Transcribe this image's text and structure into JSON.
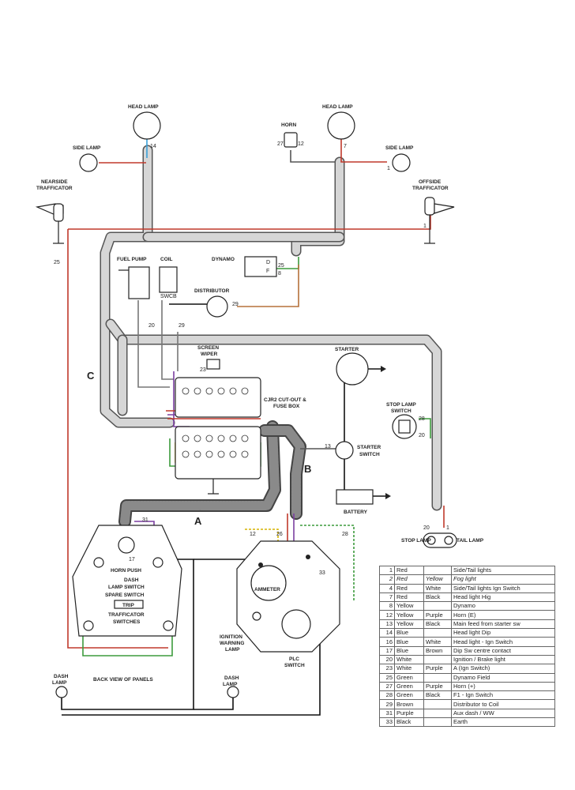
{
  "labels": {
    "head_lamp_left": "HEAD LAMP",
    "head_lamp_right": "HEAD LAMP",
    "horn": "HORN",
    "side_lamp_left": "SIDE LAMP",
    "side_lamp_right": "SIDE LAMP",
    "nearside_traf_1": "NEARSIDE",
    "nearside_traf_2": "TRAFFICATOR",
    "offside_traf_1": "OFFSIDE",
    "offside_traf_2": "TRAFFICATOR",
    "fuel_pump": "FUEL PUMP",
    "coil": "COIL",
    "dynamo": "DYNAMO",
    "distributor": "DISTRIBUTOR",
    "screen_wiper_1": "SCREEN",
    "screen_wiper_2": "WIPER",
    "starter": "STARTER",
    "cutout_1": "CJR2 CUT-OUT &",
    "cutout_2": "FUSE BOX",
    "stop_lamp_switch_1": "STOP LAMP",
    "stop_lamp_switch_2": "SWITCH",
    "starter_switch_1": "STARTER",
    "starter_switch_2": "SWITCH",
    "battery": "BATTERY",
    "stop_lamp": "STOP LAMP",
    "tail_lamp": "TAIL LAMP",
    "horn_push": "HORN PUSH",
    "dash_lamp_switch_1": "DASH",
    "dash_lamp_switch_2": "LAMP SWITCH",
    "spare_switch": "SPARE SWITCH",
    "trip": "TRIP",
    "traf_switches_1": "TRAFFICATOR",
    "traf_switches_2": "SWITCHES",
    "ammeter": "AMMETER",
    "ignition_lamp_1": "IGNITION",
    "ignition_lamp_2": "WARNING",
    "ignition_lamp_3": "LAMP",
    "plc_switch_1": "PLC",
    "plc_switch_2": "SWITCH",
    "dash_lamp_left_1": "DASH",
    "dash_lamp_left_2": "LAMP",
    "dash_lamp_right_1": "DASH",
    "dash_lamp_right_2": "LAMP",
    "back_view": "BACK VIEW OF PANELS",
    "loom_a": "A",
    "loom_b": "B",
    "loom_c": "C",
    "dynamo_d": "D",
    "dynamo_f": "F",
    "coil_sw": "SW",
    "coil_cb": "CB"
  },
  "wire_numbers": {
    "n14": "14",
    "n7": "7",
    "n27": "27",
    "n12": "12",
    "n1a": "1",
    "n1b": "1",
    "n25": "25",
    "n25b": "25",
    "n8": "8",
    "n29": "29",
    "n20": "20",
    "n29b": "29",
    "n23": "23",
    "n28": "28",
    "n20b": "20",
    "n13": "13",
    "n20c": "20",
    "n1c": "1",
    "n31": "31",
    "n12b": "12",
    "n26": "26",
    "n28b": "28",
    "n33": "33",
    "n17": "17"
  },
  "legend": [
    {
      "num": "1",
      "c1": "Red",
      "c2": "",
      "desc": "Side/Tail lights"
    },
    {
      "num": "2",
      "c1": "Red",
      "c2": "Yellow",
      "desc": "Fog light"
    },
    {
      "num": "4",
      "c1": "Red",
      "c2": "White",
      "desc": "Side/Tail lights Ign Switch"
    },
    {
      "num": "7",
      "c1": "Red",
      "c2": "Black",
      "desc": "Head light Hig"
    },
    {
      "num": "8",
      "c1": "Yellow",
      "c2": "",
      "desc": "Dynamo"
    },
    {
      "num": "12",
      "c1": "Yellow",
      "c2": "Purple",
      "desc": "Horn (E)"
    },
    {
      "num": "13",
      "c1": "Yellow",
      "c2": "Black",
      "desc": "Main feed from starter sw"
    },
    {
      "num": "14",
      "c1": "Blue",
      "c2": "",
      "desc": "Head light Dip"
    },
    {
      "num": "16",
      "c1": "Blue",
      "c2": "White",
      "desc": "Head light - Ign Switch"
    },
    {
      "num": "17",
      "c1": "Blue",
      "c2": "Brown",
      "desc": "Dip Sw centre contact"
    },
    {
      "num": "20",
      "c1": "White",
      "c2": "",
      "desc": "Ignition / Brake light"
    },
    {
      "num": "23",
      "c1": "White",
      "c2": "Purple",
      "desc": "A (Ign Switch)"
    },
    {
      "num": "25",
      "c1": "Green",
      "c2": "",
      "desc": "Dynamo Field"
    },
    {
      "num": "27",
      "c1": "Green",
      "c2": "Purple",
      "desc": "Horn (+)"
    },
    {
      "num": "28",
      "c1": "Green",
      "c2": "Black",
      "desc": "F1 - Ign Switch"
    },
    {
      "num": "29",
      "c1": "Brown",
      "c2": "",
      "desc": "Distributor to Coil"
    },
    {
      "num": "31",
      "c1": "Purple",
      "c2": "",
      "desc": "Aux dash / WW"
    },
    {
      "num": "33",
      "c1": "Black",
      "c2": "",
      "desc": "Earth"
    }
  ],
  "colors": {
    "red": "#c0392b",
    "blue": "#3aa0d8",
    "green": "#3d9b3d",
    "purple": "#7b3fa0",
    "brown": "#b5713a",
    "yellow": "#d6b400",
    "black": "#111111",
    "loom_fill": "#d6d6d6"
  }
}
